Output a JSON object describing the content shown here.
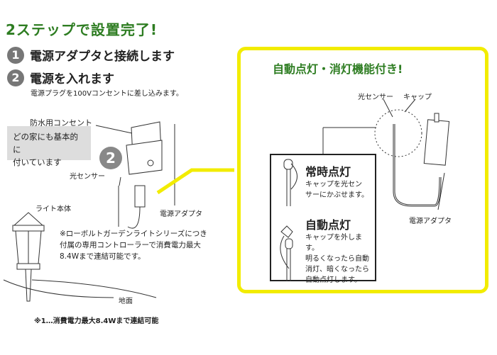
{
  "title": "2ステップで設置完了!",
  "steps": [
    {
      "num": "1",
      "label": "電源アダプタと接続します"
    },
    {
      "num": "2",
      "label": "電源を入れます",
      "desc": "電源プラグを100Vコンセントに差し込みます。"
    }
  ],
  "left": {
    "outlet_label": "防水用コンセント",
    "gray_note_1": "どの家にも基本的に",
    "gray_note_2": "付いています",
    "badge": "2",
    "sensor_label": "光センサー",
    "adapter_label": "電源アダプタ",
    "light_label": "ライト本体",
    "note_1": "※ローボルトガーデンライトシリーズにつき",
    "note_2": "付属の専用コントローラーで消費電力最大",
    "note_3": "8.4Wまで連結可能です。",
    "ground_label": "地面",
    "footnote": "※1…消費電力最大8.4Wまで連結可能"
  },
  "panel": {
    "title": "自動点灯・消灯機能付き!",
    "sensor_label": "光センサー",
    "cap_label": "キャップ",
    "adapter_label": "電源アダプタ",
    "mode1": {
      "title": "常時点灯",
      "text1": "キャップを光セン",
      "text2": "サーにかぶせます。"
    },
    "mode2": {
      "title": "自動点灯",
      "text1": "キャップを外します。",
      "text2": "明るくなったら自動",
      "text3": "消灯、暗くなったら",
      "text4": "自動点灯します。"
    }
  },
  "colors": {
    "green": "#2e7d22",
    "yellow": "#f2ec00"
  }
}
